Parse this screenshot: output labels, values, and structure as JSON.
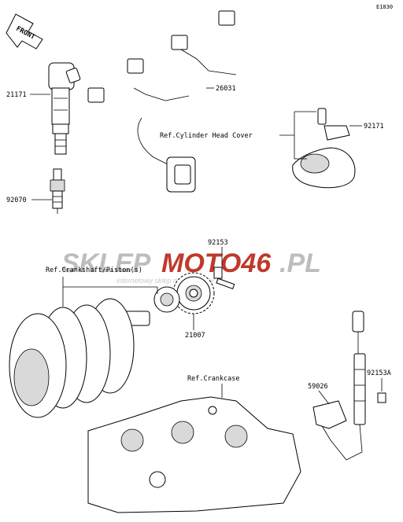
{
  "diagram_code": "E1830",
  "front_label": "FRONT",
  "watermark": {
    "brand_part1": "SKLEP",
    "brand_part2": "MOTO46",
    "brand_part3": ".PL",
    "tagline": "internetowy sklep motocyklowy",
    "brand_color": "#c0392b",
    "gray_color": "#bdbdbd"
  },
  "parts": {
    "ignition_coil": "21171",
    "spark_plug": "92070",
    "wiring_harness": "26031",
    "bolt_top": "92171",
    "bolt_rotor": "92153",
    "rotor": "21007",
    "sensor": "59026",
    "bolt_sensor": "92153A"
  },
  "references": {
    "cylinder_head_cover": "Ref.Cylinder Head Cover",
    "crankshaft_piston": "Ref.Crankshaft/Piston(s)",
    "crankcase": "Ref.Crankcase"
  }
}
